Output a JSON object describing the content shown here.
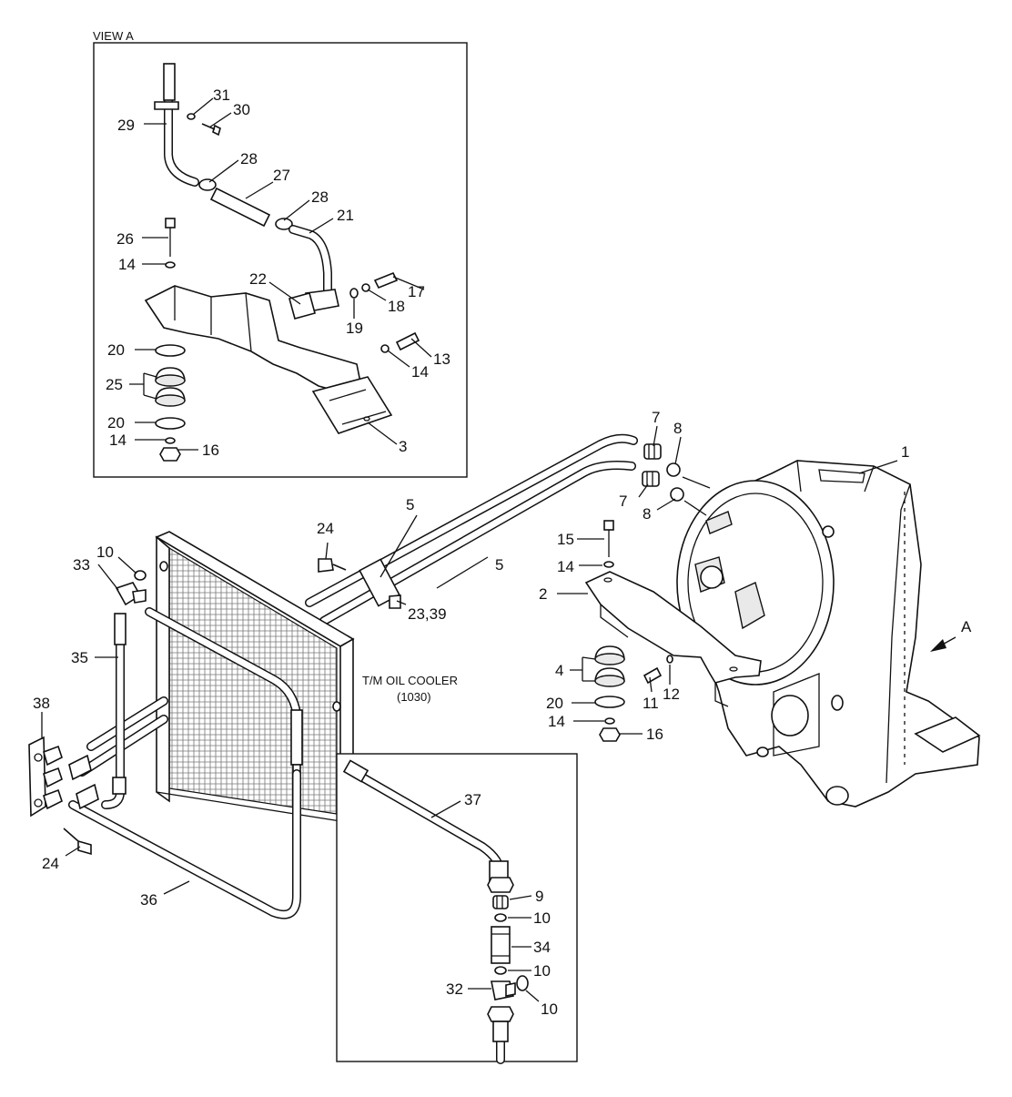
{
  "view_a_label": "VIEW A",
  "arrow_label": "A",
  "cooler_caption": {
    "line1": "T/M OIL COOLER",
    "line2": "(1030)"
  },
  "callouts": {
    "v29": "29",
    "v31": "31",
    "v30": "30",
    "v28a": "28",
    "v27": "27",
    "v28b": "28",
    "v21": "21",
    "v26": "26",
    "v14a": "14",
    "v22": "22",
    "v17": "17",
    "v18": "18",
    "v19": "19",
    "v13": "13",
    "v20a": "20",
    "v14b": "14",
    "v25": "25",
    "v20b": "20",
    "v14c": "14",
    "v16a": "16",
    "v3": "3",
    "m7a": "7",
    "m8a": "8",
    "m1": "1",
    "m7b": "7",
    "m8b": "8",
    "m24a": "24",
    "m5a": "5",
    "m5b": "5",
    "m15": "15",
    "m14a": "14",
    "m2": "2",
    "m23_39": "23,39",
    "m10a": "10",
    "m33": "33",
    "m35": "35",
    "m4": "4",
    "m11": "11",
    "m12": "12",
    "m20": "20",
    "m14b": "14",
    "m16": "16",
    "m38": "38",
    "m24b": "24",
    "m36": "36",
    "d37": "37",
    "d9": "9",
    "d10a": "10",
    "d34": "34",
    "d10b": "10",
    "d32": "32",
    "d10c": "10"
  }
}
